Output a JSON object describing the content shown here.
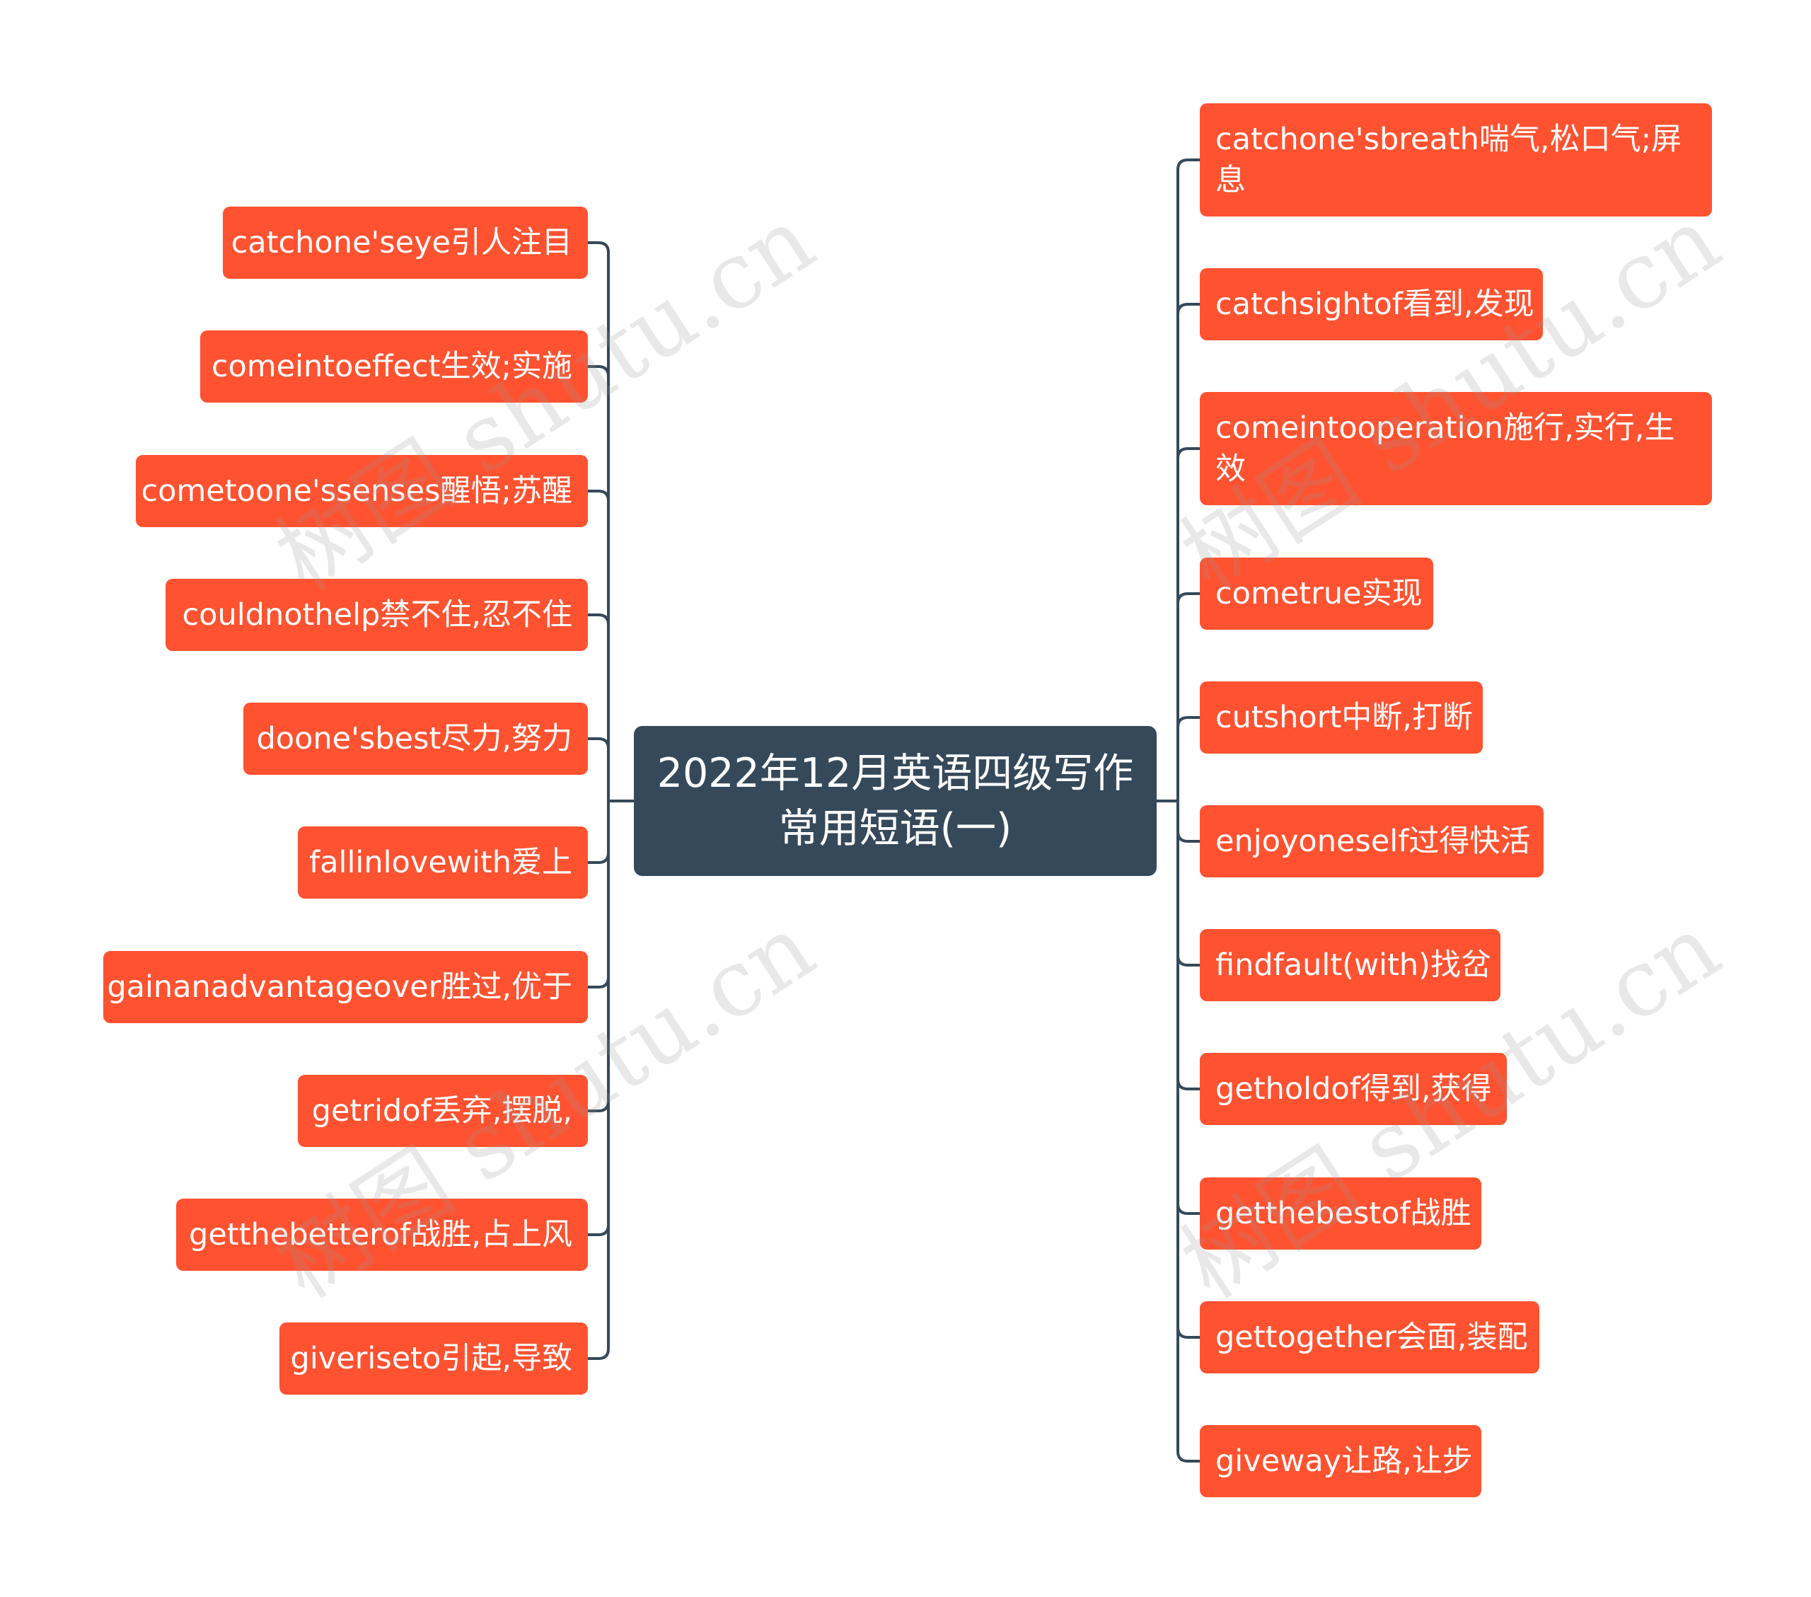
{
  "root": {
    "title": "2022年12月英语四级写作常用短语(一)"
  },
  "left_items": [
    "catchone'seye引人注目",
    "comeintoeffect生效;实施",
    "cometoone'ssenses醒悟;苏醒",
    "couldnothelp禁不住,忍不住",
    "doone'sbest尽力,努力",
    "fallinlovewith爱上",
    "gainanadvantageover胜过,优于",
    "getridof丢弃,摆脱,",
    "getthebetterof战胜,占上风",
    "giveriseto引起,导致"
  ],
  "right_items": [
    "catchone'sbreath喘气,松口气;屏息",
    "catchsightof看到,发现",
    "comeintooperation施行,实行,生效",
    "cometrue实现",
    "cutshort中断,打断",
    "enjoyoneself过得快活",
    "findfault(with)找岔",
    "getholdof得到,获得",
    "getthebestof战胜",
    "gettogether会面,装配",
    "giveway让路,让步"
  ],
  "watermark": "树图 shutu.cn",
  "colors": {
    "node": "#FF5230",
    "root": "#35495A",
    "line": "#35495A"
  }
}
